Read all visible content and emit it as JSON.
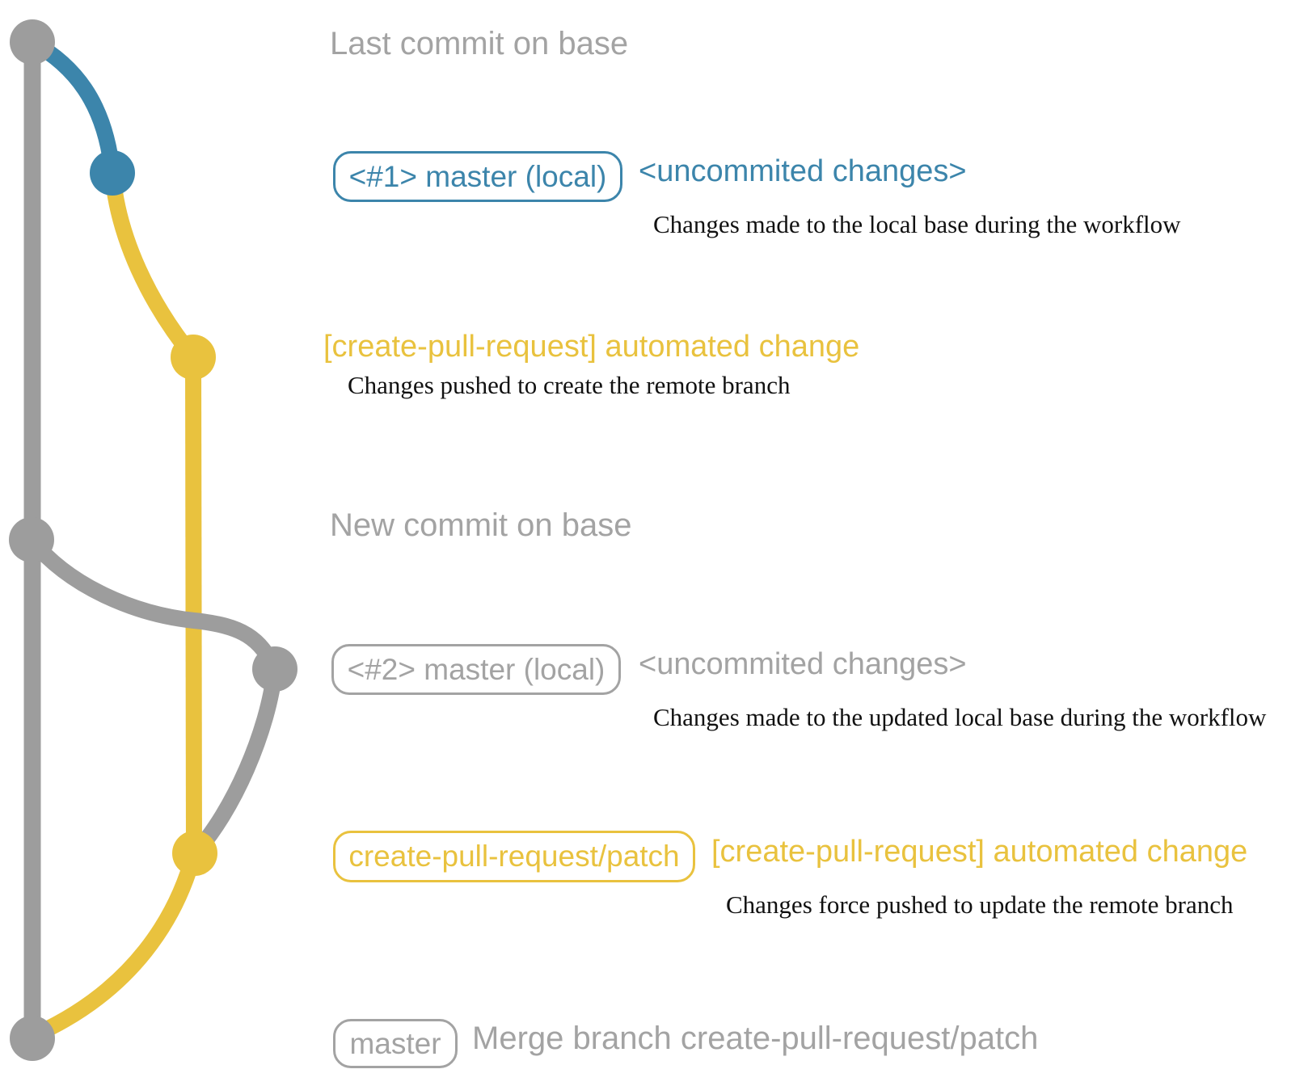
{
  "colors": {
    "base_branch": "#9d9d9d",
    "local_branch": "#3c85ab",
    "patch_branch": "#e9c23e",
    "annotation_text": "#a3a3a3",
    "caption_text": "#111111"
  },
  "graph": {
    "branches": [
      {
        "name": "base (master remote)",
        "color": "#9d9d9d"
      },
      {
        "name": "master (local)",
        "color": "#3c85ab"
      },
      {
        "name": "create-pull-request/patch",
        "color": "#e9c23e"
      }
    ],
    "commits": [
      {
        "id": "last-commit-on-base",
        "color": "#9d9d9d"
      },
      {
        "id": "uncommitted-changes-1",
        "color": "#3c85ab"
      },
      {
        "id": "automated-change-1",
        "color": "#e9c23e"
      },
      {
        "id": "new-commit-on-base",
        "color": "#9d9d9d"
      },
      {
        "id": "uncommitted-changes-2",
        "color": "#9d9d9d"
      },
      {
        "id": "automated-change-2",
        "color": "#e9c23e"
      },
      {
        "id": "merge-commit",
        "color": "#9d9d9d"
      }
    ]
  },
  "annotations": {
    "last_commit": "Last commit on base",
    "new_commit": "New commit on base"
  },
  "rows": {
    "local1": {
      "box_label": "<#1> master (local)",
      "status": "<uncommited changes>",
      "caption": "Changes made to the local base during the workflow"
    },
    "push1": {
      "title": "[create-pull-request] automated change",
      "caption": "Changes pushed to create the remote branch"
    },
    "local2": {
      "box_label": "<#2> master (local)",
      "status": "<uncommited changes>",
      "caption": "Changes made to the updated local base during the workflow"
    },
    "push2": {
      "box_label": "create-pull-request/patch",
      "title": "[create-pull-request] automated change",
      "caption": "Changes force pushed to update the remote branch"
    },
    "merge": {
      "box_label": "master",
      "title": "Merge branch create-pull-request/patch"
    }
  }
}
